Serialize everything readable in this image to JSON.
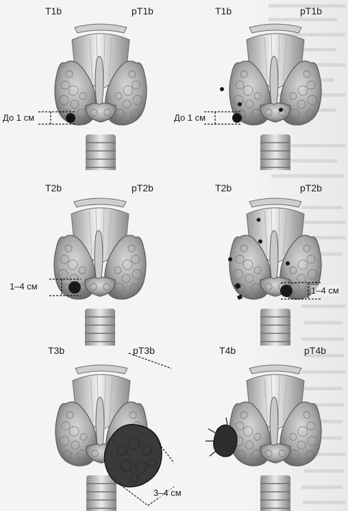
{
  "panels": [
    {
      "id": "t1b",
      "left_label": "T1b",
      "right_label": "pT1b",
      "measure": "До 1 см"
    },
    {
      "id": "pt1b",
      "left_label": "T1b",
      "right_label": "pT1b",
      "measure": "До 1 см"
    },
    {
      "id": "t2b",
      "left_label": "T2b",
      "right_label": "pT2b",
      "measure": "1–4 см"
    },
    {
      "id": "pt2b",
      "left_label": "T2b",
      "right_label": "pT2b",
      "measure": "1–4 см"
    },
    {
      "id": "t3b",
      "left_label": "T3b",
      "right_label": "pT3b",
      "measure": "3–4 см"
    },
    {
      "id": "t4b",
      "left_label": "T4b",
      "right_label": "pT4b",
      "measure": ""
    }
  ]
}
